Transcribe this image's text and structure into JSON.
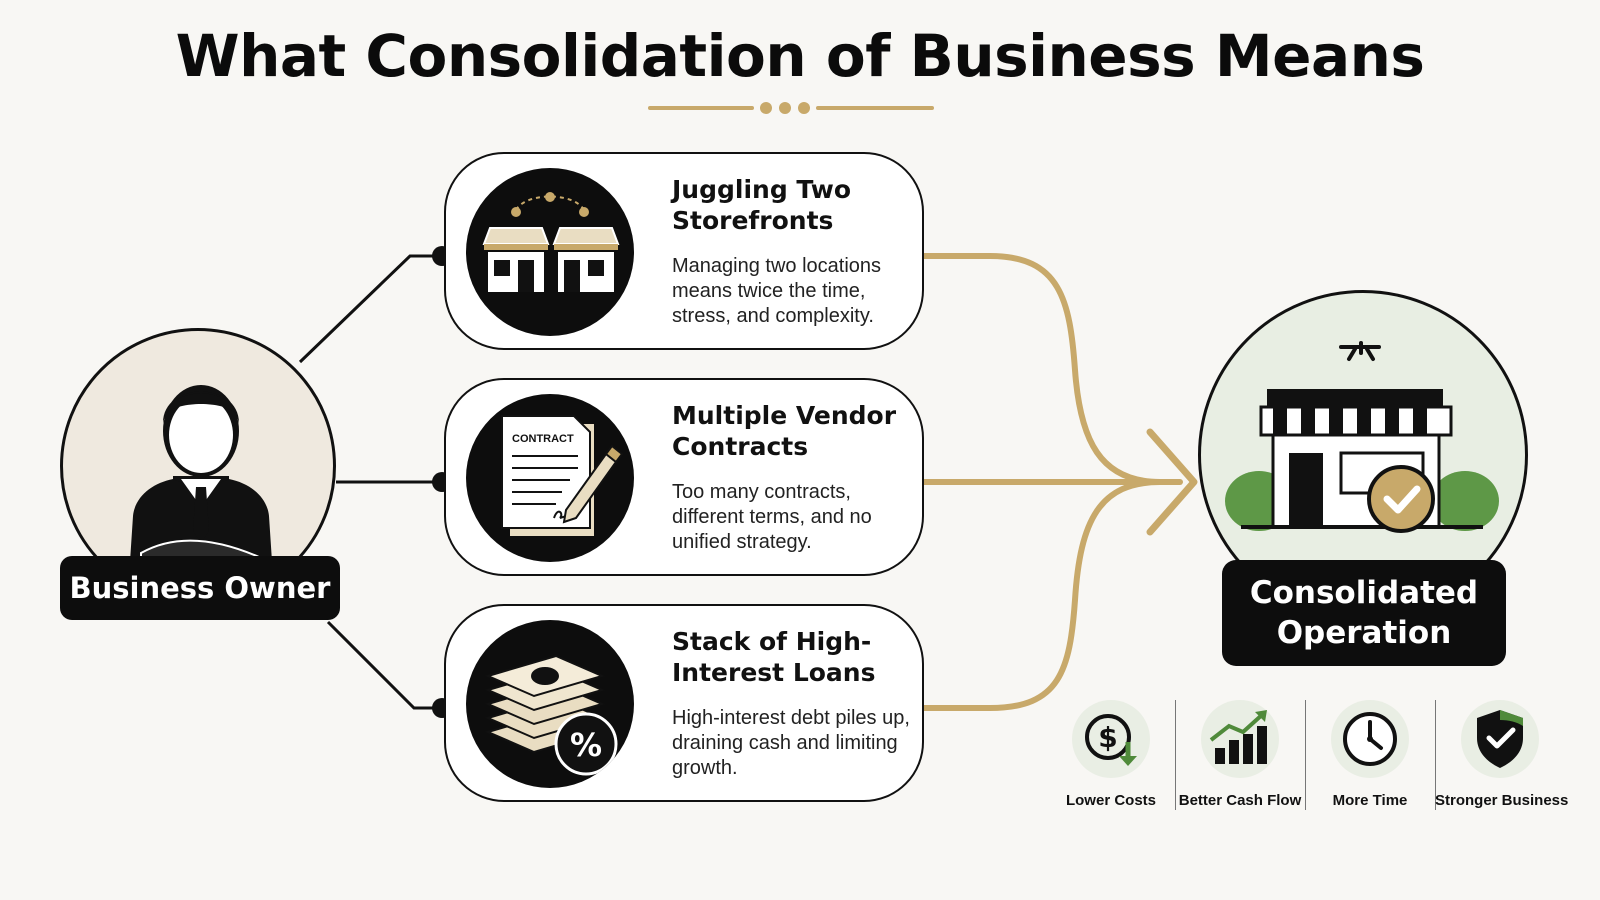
{
  "title": "What Consolidation of Business Means",
  "colors": {
    "accent_gold": "#c8a96a",
    "dark": "#0d0d0d",
    "owner_bg": "#efe9df",
    "result_bg": "#e8eee3",
    "green": "#4f8a3a"
  },
  "owner": {
    "label": "Business Owner",
    "icon": "business-owner-icon"
  },
  "problems": [
    {
      "title": "Juggling Two Storefronts",
      "description": "Managing two locations means twice the time, stress, and complexity.",
      "icon": "two-storefronts-icon"
    },
    {
      "title": "Multiple Vendor Contracts",
      "description": "Too many contracts, different terms, and no unified strategy.",
      "icon": "contract-icon",
      "icon_text": "CONTRACT"
    },
    {
      "title": "Stack of High-Interest Loans",
      "description": "High-interest debt piles up, draining cash and limiting growth.",
      "icon": "money-stack-percent-icon",
      "icon_text": "%"
    }
  ],
  "result": {
    "label_line1": "Consolidated",
    "label_line2": "Operation",
    "icon": "storefront-check-icon"
  },
  "benefits": [
    {
      "label": "Lower Costs",
      "icon": "dollar-down-icon"
    },
    {
      "label": "Better Cash Flow",
      "icon": "bar-chart-up-icon"
    },
    {
      "label": "More Time",
      "icon": "clock-icon"
    },
    {
      "label": "Stronger Business",
      "icon": "shield-check-icon"
    }
  ]
}
